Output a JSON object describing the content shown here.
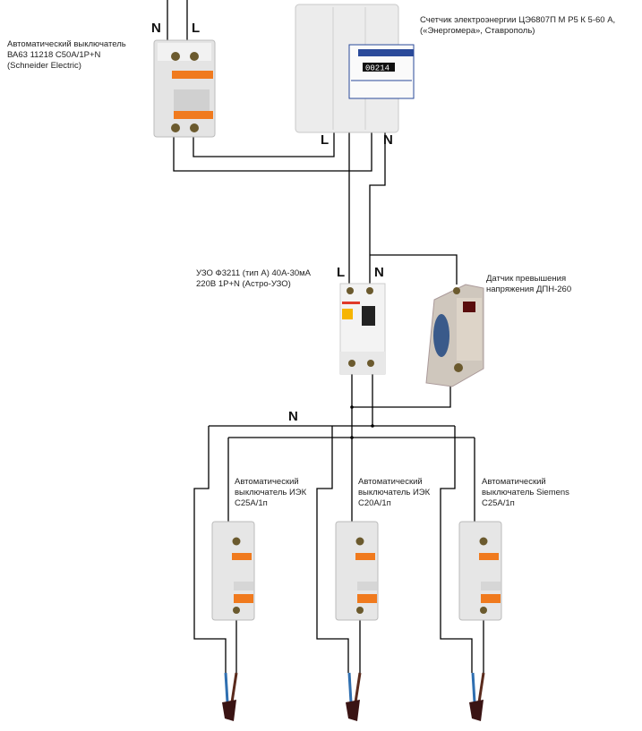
{
  "main_breaker": {
    "label_lines": [
      "Автоматический выключатель",
      "ВА63 11218 С50А/1Р+N",
      "(Schneider Electric)"
    ],
    "terminal_n": "N",
    "terminal_l": "L"
  },
  "meter": {
    "label_lines": [
      "Счетчик электроэнергии ЦЭ6807П М Р5 К 5-60 А,",
      "(«Энергомера», Ставрополь)"
    ],
    "terminal_l": "L",
    "terminal_n": "N",
    "display_reading": "00214"
  },
  "rcd": {
    "label_lines": [
      "УЗО Ф3211 (тип А) 40А-30мА",
      "220В 1Р+N (Астро-УЗО)"
    ],
    "terminal_l": "L",
    "terminal_n": "N"
  },
  "voltage_sensor": {
    "label_lines": [
      "Датчик превышения",
      "напряжения ДПН-260"
    ]
  },
  "neutral_bus_label": "N",
  "branch_breakers": [
    {
      "label_lines": [
        "Автоматический",
        "выключатель ИЭК",
        "С25А/1п"
      ]
    },
    {
      "label_lines": [
        "Автоматический",
        "выключатель ИЭК",
        "С20А/1п"
      ]
    },
    {
      "label_lines": [
        "Автоматический",
        "выключатель Siemens",
        "С25А/1п"
      ]
    }
  ],
  "colors": {
    "wire": "#000000",
    "device_body": "#e6e6e6",
    "breaker_handle": "#f07a1e",
    "cable_blue": "#2f6fb0",
    "cable_brown": "#5a2a1c",
    "meter_panel": "#2a4a9a"
  }
}
